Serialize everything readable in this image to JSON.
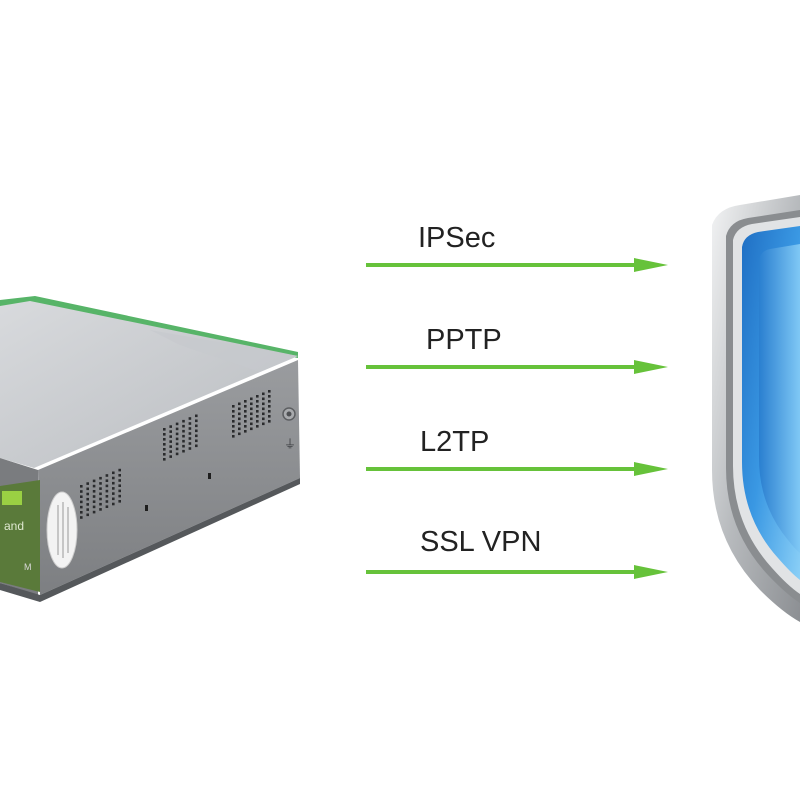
{
  "device": {
    "brand_label": "and",
    "model_suffix": "M"
  },
  "protocols": [
    {
      "label": "IPSec"
    },
    {
      "label": "PPTP"
    },
    {
      "label": "L2TP"
    },
    {
      "label": "SSL VPN"
    }
  ],
  "colors": {
    "arrow": "#66c23a",
    "device_body": "#8d8f92",
    "device_top": "#c9ccd0",
    "device_trim": "#54b36a",
    "shield_rim": "#c7cacd",
    "shield_blue": "#2f86d4"
  }
}
